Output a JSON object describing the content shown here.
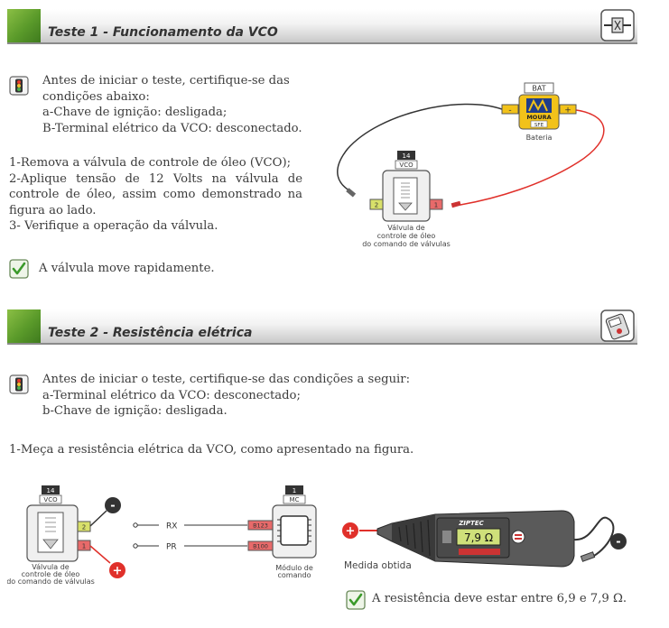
{
  "test1": {
    "title": "Teste 1 - Funcionamento da VCO",
    "precheck": {
      "lines": [
        "Antes de iniciar o teste, certifique-se das",
        "condições abaixo:",
        "a-Chave de ignição: desligada;",
        "B-Terminal elétrico da VCO: desconectado."
      ]
    },
    "steps": [
      "1-Remova a válvula de controle de óleo (VCO);",
      "2-Aplique tensão de 12 Volts na válvula de",
      "controle de óleo, assim como demonstrado na",
      "figura ao lado.",
      "3- Verifique a operação da válvula."
    ],
    "result": "A válvula move rapidamente.",
    "diagram": {
      "battery_label": "BAT",
      "battery_brand": "MOURA",
      "battery_sub": "SFE",
      "battery_caption": "Bateria",
      "minus": "-",
      "plus": "+",
      "vco_number": "14",
      "vco_code": "VCO",
      "pin2": "2",
      "pin1": "1",
      "vco_caption": [
        "Válvula de",
        "controle de óleo",
        "do comando de válvulas"
      ]
    }
  },
  "test2": {
    "title": "Teste 2 - Resistência elétrica",
    "precheck": {
      "lines": [
        "Antes de iniciar o teste, certifique-se das condições a seguir:",
        "a-Terminal elétrico da VCO: desconectado;",
        "b-Chave de ignição: desligada."
      ]
    },
    "step": "1-Meça a resistência elétrica da VCO, como apresentado na figura.",
    "diagram": {
      "vco_number": "14",
      "vco_code": "VCO",
      "pin2": "2",
      "pin1": "1",
      "vco_caption": [
        "Válvula de",
        "controle de óleo",
        "do comando de válvulas"
      ],
      "rx": "RX",
      "pr": "PR",
      "mc_number": "1",
      "mc_code": "MC",
      "pin_b123": "B123",
      "pin_b100": "B100",
      "mc_caption": [
        "Módulo de",
        "comando"
      ],
      "meter_brand": "ZIPTEC",
      "meter_reading": "7,9 Ω",
      "measured_label": "Medida obtida",
      "plus": "+",
      "minus": "-"
    },
    "result": "A resistência deve estar entre 6,9 e 7,9 Ω."
  },
  "colors": {
    "accent_green": "#5a9a2a",
    "wire_red": "#e0302a",
    "pin_yellow": "#d8e06a",
    "pin_red": "#e86a6a",
    "battery_yellow": "#f2c21a"
  }
}
